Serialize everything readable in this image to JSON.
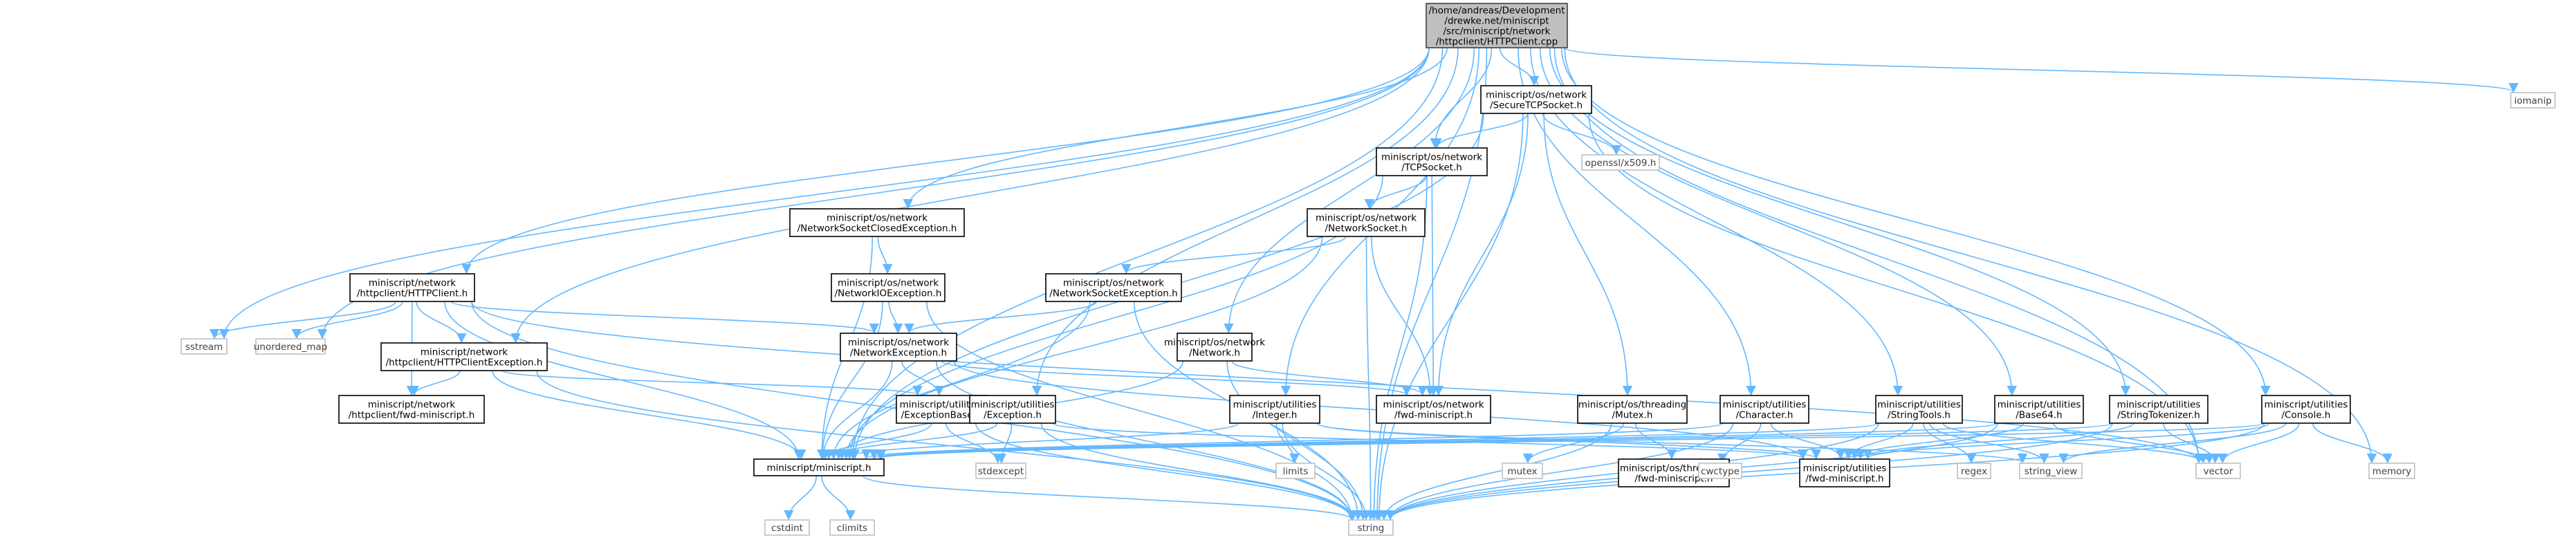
{
  "colors": {
    "edge": "#63b8ff",
    "root_fill": "#bfbfbf",
    "root_stroke": "#404040",
    "local_fill": "#ffffff",
    "local_stroke": "#000000",
    "system_fill": "#ffffff",
    "system_stroke": "#bfbfbf",
    "text": "#000000",
    "system_text": "#404040"
  },
  "nodes": [
    {
      "id": "root",
      "kind": "root",
      "lines": [
        "/home/andreas/Development",
        "/drewke.net/miniscript",
        "/src/miniscript/network",
        "/httpclient/HTTPClient.cpp"
      ]
    },
    {
      "id": "secure",
      "kind": "local",
      "lines": [
        "miniscript/os/network",
        "/SecureTCPSocket.h"
      ]
    },
    {
      "id": "iomanip",
      "kind": "system",
      "lines": [
        "iomanip"
      ]
    },
    {
      "id": "tcp",
      "kind": "local",
      "lines": [
        "miniscript/os/network",
        "/TCPSocket.h"
      ]
    },
    {
      "id": "openssl",
      "kind": "system",
      "lines": [
        "openssl/x509.h"
      ]
    },
    {
      "id": "closed",
      "kind": "local",
      "lines": [
        "miniscript/os/network",
        "/NetworkSocketClosedException.h"
      ]
    },
    {
      "id": "socket",
      "kind": "local",
      "lines": [
        "miniscript/os/network",
        "/NetworkSocket.h"
      ]
    },
    {
      "id": "httpclient_h",
      "kind": "local",
      "lines": [
        "miniscript/network",
        "/httpclient/HTTPClient.h"
      ]
    },
    {
      "id": "ioexc",
      "kind": "local",
      "lines": [
        "miniscript/os/network",
        "/NetworkIOException.h"
      ]
    },
    {
      "id": "sockexc",
      "kind": "local",
      "lines": [
        "miniscript/os/network",
        "/NetworkSocketException.h"
      ]
    },
    {
      "id": "sstream",
      "kind": "system",
      "lines": [
        "sstream"
      ]
    },
    {
      "id": "umap",
      "kind": "system",
      "lines": [
        "unordered_map"
      ]
    },
    {
      "id": "netexc",
      "kind": "local",
      "lines": [
        "miniscript/os/network",
        "/NetworkException.h"
      ]
    },
    {
      "id": "network_h",
      "kind": "local",
      "lines": [
        "miniscript/os/network",
        "/Network.h"
      ]
    },
    {
      "id": "httpexc",
      "kind": "local",
      "lines": [
        "miniscript/network",
        "/httpclient/HTTPClientException.h"
      ]
    },
    {
      "id": "httpfwd",
      "kind": "local",
      "lines": [
        "miniscript/network",
        "/httpclient/fwd-miniscript.h"
      ]
    },
    {
      "id": "excbase",
      "kind": "local",
      "lines": [
        "miniscript/utilities",
        "/ExceptionBase.h"
      ]
    },
    {
      "id": "exc",
      "kind": "local",
      "lines": [
        "miniscript/utilities",
        "/Exception.h"
      ]
    },
    {
      "id": "integer",
      "kind": "local",
      "lines": [
        "miniscript/utilities",
        "/Integer.h"
      ]
    },
    {
      "id": "netfwd",
      "kind": "local",
      "lines": [
        "miniscript/os/network",
        "/fwd-miniscript.h"
      ]
    },
    {
      "id": "mutex_h",
      "kind": "local",
      "lines": [
        "miniscript/os/threading",
        "/Mutex.h"
      ]
    },
    {
      "id": "character",
      "kind": "local",
      "lines": [
        "miniscript/utilities",
        "/Character.h"
      ]
    },
    {
      "id": "stringtools",
      "kind": "local",
      "lines": [
        "miniscript/utilities",
        "/StringTools.h"
      ]
    },
    {
      "id": "base64",
      "kind": "local",
      "lines": [
        "miniscript/utilities",
        "/Base64.h"
      ]
    },
    {
      "id": "tokenizer",
      "kind": "local",
      "lines": [
        "miniscript/utilities",
        "/StringTokenizer.h"
      ]
    },
    {
      "id": "console",
      "kind": "local",
      "lines": [
        "miniscript/utilities",
        "/Console.h"
      ]
    },
    {
      "id": "miniscript",
      "kind": "local",
      "lines": [
        "miniscript/miniscript.h"
      ]
    },
    {
      "id": "stdexcept",
      "kind": "system",
      "lines": [
        "stdexcept"
      ]
    },
    {
      "id": "limits",
      "kind": "system",
      "lines": [
        "limits"
      ]
    },
    {
      "id": "mutex",
      "kind": "system",
      "lines": [
        "mutex"
      ]
    },
    {
      "id": "threadfwd",
      "kind": "local",
      "lines": [
        "miniscript/os/threading",
        "/fwd-miniscript.h"
      ]
    },
    {
      "id": "cwctype",
      "kind": "system",
      "lines": [
        "cwctype"
      ]
    },
    {
      "id": "utilfwd",
      "kind": "local",
      "lines": [
        "miniscript/utilities",
        "/fwd-miniscript.h"
      ]
    },
    {
      "id": "regex",
      "kind": "system",
      "lines": [
        "regex"
      ]
    },
    {
      "id": "string_view",
      "kind": "system",
      "lines": [
        "string_view"
      ]
    },
    {
      "id": "vector",
      "kind": "system",
      "lines": [
        "vector"
      ]
    },
    {
      "id": "memory",
      "kind": "system",
      "lines": [
        "memory"
      ]
    },
    {
      "id": "cstdint",
      "kind": "system",
      "lines": [
        "cstdint"
      ]
    },
    {
      "id": "climits",
      "kind": "system",
      "lines": [
        "climits"
      ]
    },
    {
      "id": "string",
      "kind": "system",
      "lines": [
        "string"
      ]
    }
  ],
  "edges": [
    [
      "root",
      "secure"
    ],
    [
      "root",
      "iomanip"
    ],
    [
      "root",
      "tcp"
    ],
    [
      "root",
      "closed"
    ],
    [
      "root",
      "httpclient_h"
    ],
    [
      "root",
      "network_h"
    ],
    [
      "root",
      "httpexc"
    ],
    [
      "root",
      "exc"
    ],
    [
      "root",
      "integer"
    ],
    [
      "root",
      "character"
    ],
    [
      "root",
      "stringtools"
    ],
    [
      "root",
      "base64"
    ],
    [
      "root",
      "tokenizer"
    ],
    [
      "root",
      "console"
    ],
    [
      "root",
      "miniscript"
    ],
    [
      "root",
      "sstream"
    ],
    [
      "root",
      "umap"
    ],
    [
      "root",
      "vector"
    ],
    [
      "root",
      "memory"
    ],
    [
      "root",
      "string"
    ],
    [
      "secure",
      "tcp"
    ],
    [
      "secure",
      "openssl"
    ],
    [
      "secure",
      "mutex_h"
    ],
    [
      "secure",
      "netfwd"
    ],
    [
      "secure",
      "miniscript"
    ],
    [
      "secure",
      "string"
    ],
    [
      "secure",
      "vector"
    ],
    [
      "tcp",
      "socket"
    ],
    [
      "tcp",
      "netfwd"
    ],
    [
      "tcp",
      "miniscript"
    ],
    [
      "tcp",
      "string"
    ],
    [
      "socket",
      "sockexc"
    ],
    [
      "socket",
      "netfwd"
    ],
    [
      "socket",
      "miniscript"
    ],
    [
      "socket",
      "string"
    ],
    [
      "closed",
      "ioexc"
    ],
    [
      "closed",
      "miniscript"
    ],
    [
      "ioexc",
      "netexc"
    ],
    [
      "ioexc",
      "miniscript"
    ],
    [
      "ioexc",
      "string"
    ],
    [
      "sockexc",
      "netexc"
    ],
    [
      "sockexc",
      "miniscript"
    ],
    [
      "sockexc",
      "string"
    ],
    [
      "netexc",
      "excbase"
    ],
    [
      "netexc",
      "netfwd"
    ],
    [
      "netexc",
      "utilfwd"
    ],
    [
      "netexc",
      "miniscript"
    ],
    [
      "netexc",
      "string"
    ],
    [
      "httpclient_h",
      "httpexc"
    ],
    [
      "httpclient_h",
      "httpfwd"
    ],
    [
      "httpclient_h",
      "netexc"
    ],
    [
      "httpclient_h",
      "miniscript"
    ],
    [
      "httpclient_h",
      "sstream"
    ],
    [
      "httpclient_h",
      "umap"
    ],
    [
      "httpclient_h",
      "string"
    ],
    [
      "httpclient_h",
      "vector"
    ],
    [
      "httpexc",
      "httpfwd"
    ],
    [
      "httpexc",
      "excbase"
    ],
    [
      "httpexc",
      "miniscript"
    ],
    [
      "httpexc",
      "string"
    ],
    [
      "excbase",
      "stdexcept"
    ],
    [
      "excbase",
      "miniscript"
    ],
    [
      "excbase",
      "string"
    ],
    [
      "exc",
      "stdexcept"
    ],
    [
      "exc",
      "miniscript"
    ],
    [
      "exc",
      "utilfwd"
    ],
    [
      "exc",
      "string"
    ],
    [
      "network_h",
      "netfwd"
    ],
    [
      "network_h",
      "miniscript"
    ],
    [
      "network_h",
      "string"
    ],
    [
      "integer",
      "limits"
    ],
    [
      "integer",
      "miniscript"
    ],
    [
      "integer",
      "utilfwd"
    ],
    [
      "integer",
      "string_view"
    ],
    [
      "integer",
      "string"
    ],
    [
      "mutex_h",
      "mutex"
    ],
    [
      "mutex_h",
      "threadfwd"
    ],
    [
      "mutex_h",
      "string"
    ],
    [
      "character",
      "cwctype"
    ],
    [
      "character",
      "miniscript"
    ],
    [
      "character",
      "utilfwd"
    ],
    [
      "character",
      "string"
    ],
    [
      "stringtools",
      "regex"
    ],
    [
      "stringtools",
      "string_view"
    ],
    [
      "stringtools",
      "miniscript"
    ],
    [
      "stringtools",
      "utilfwd"
    ],
    [
      "stringtools",
      "vector"
    ],
    [
      "stringtools",
      "string"
    ],
    [
      "base64",
      "miniscript"
    ],
    [
      "base64",
      "utilfwd"
    ],
    [
      "base64",
      "vector"
    ],
    [
      "base64",
      "string"
    ],
    [
      "tokenizer",
      "miniscript"
    ],
    [
      "tokenizer",
      "utilfwd"
    ],
    [
      "tokenizer",
      "vector"
    ],
    [
      "tokenizer",
      "string"
    ],
    [
      "console",
      "memory"
    ],
    [
      "console",
      "vector"
    ],
    [
      "console",
      "miniscript"
    ],
    [
      "console",
      "utilfwd"
    ],
    [
      "console",
      "string_view"
    ],
    [
      "console",
      "string"
    ],
    [
      "miniscript",
      "cstdint"
    ],
    [
      "miniscript",
      "climits"
    ],
    [
      "miniscript",
      "string"
    ]
  ]
}
